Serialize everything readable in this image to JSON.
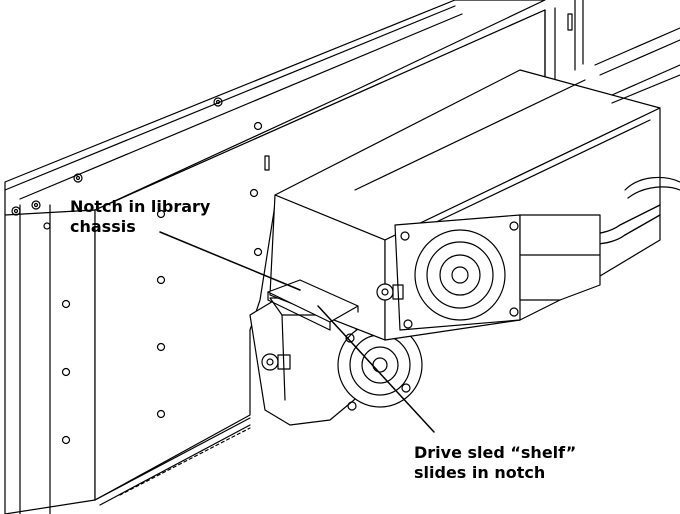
{
  "figure": {
    "callouts": {
      "notch": {
        "line1": "Notch in library",
        "line2": "chassis"
      },
      "shelf": {
        "line1": "Drive sled “shelf”",
        "line2": "slides in notch"
      }
    },
    "colors": {
      "line": "#000000",
      "background": "#ffffff",
      "fill": "#ffffff"
    }
  }
}
